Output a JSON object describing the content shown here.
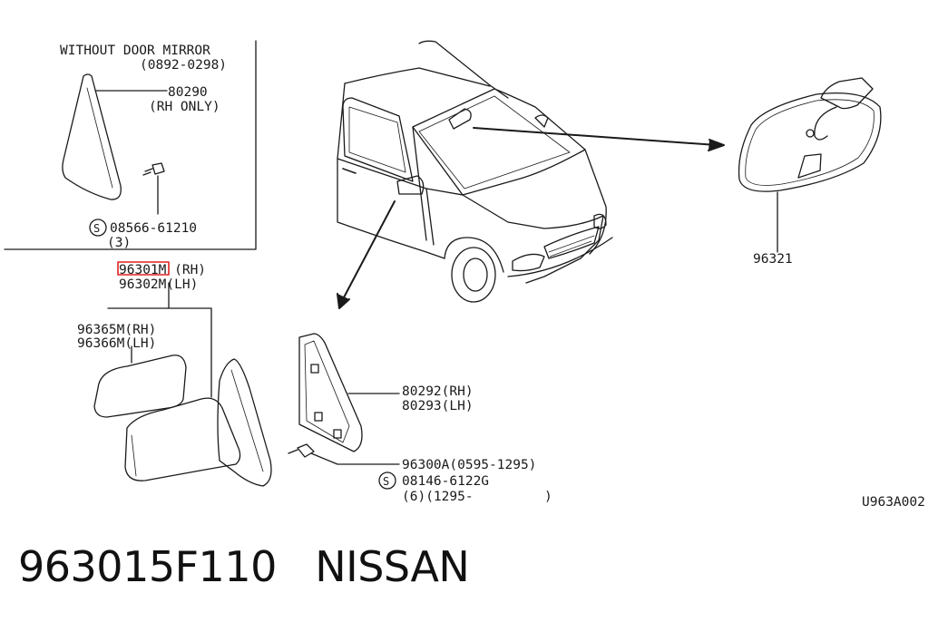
{
  "diagram": {
    "callouts": {
      "inset_title": "WITHOUT DOOR MIRROR",
      "inset_date": "(0892-0298)",
      "part_80290": "80290",
      "part_80290_note": "(RH ONLY)",
      "screw_08566": "08566-61210",
      "screw_08566_qty": "(3)",
      "screw_symbol": "S",
      "part_96301m": "96301M (RH)",
      "part_96302m": "96302M(LH)",
      "part_96365m": "96365M(RH)",
      "part_96366m": "96366M(LH)",
      "part_80292": "80292(RH)",
      "part_80293": "80293(LH)",
      "part_96300a": "96300A(0595-1295)",
      "screw_08146": "08146-6122G",
      "screw_08146_qty": "(6)(1295-",
      "screw_08146_close": ")",
      "part_96321": "96321",
      "figure_code": "U963A002"
    },
    "highlight_color": "#e02020"
  },
  "footer": {
    "part_number": "963015F110",
    "brand": "NISSAN"
  }
}
